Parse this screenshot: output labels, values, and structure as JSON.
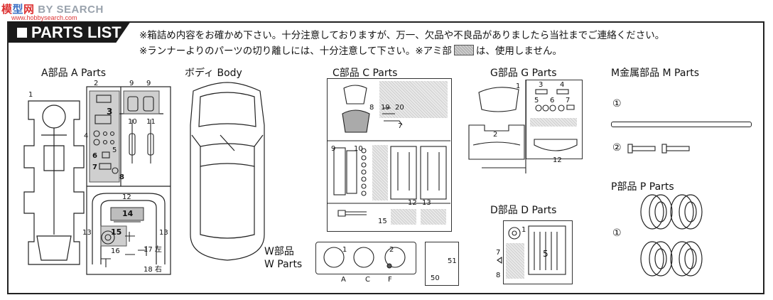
{
  "watermark": {
    "brand_a": "模",
    "brand_b": "型",
    "brand_c": "网",
    "text": "BY SEARCH",
    "url": "www.hobbysearch.com"
  },
  "header": {
    "title": "PARTS LIST"
  },
  "notes": {
    "line1": "※箱詰め内容をお確かめ下さい。十分注意しておりますが、万一、欠品や不良品がありましたら当社までご連絡ください。",
    "line2a": "※ランナーよりのパーツの切り離しには、十分注意して下さい。※アミ部",
    "line2b": "は、使用しません。"
  },
  "sections": {
    "a": "A部品 A Parts",
    "body": "ボディ Body",
    "c": "C部品 C Parts",
    "g": "G部品 G Parts",
    "m": "M金属部品 M Parts",
    "p": "P部品 P Parts",
    "d": "D部品 D Parts",
    "w1": "W部品",
    "w2": "W Parts"
  },
  "a_nums": [
    "1",
    "2",
    "9",
    "9",
    "3",
    "4",
    "10",
    "11",
    "5",
    "6",
    "7",
    "8",
    "12",
    "14",
    "13",
    "13",
    "15",
    "16",
    "17",
    "18"
  ],
  "a_kanji": {
    "left": "左",
    "right": "右"
  },
  "c_nums": [
    "8",
    "19",
    "20",
    "7",
    "9",
    "10",
    "12",
    "13",
    "15"
  ],
  "g_nums": [
    "1",
    "3",
    "4",
    "5",
    "6",
    "7",
    "2",
    "12"
  ],
  "w_nums": [
    "1",
    "2",
    "51",
    "50"
  ],
  "w_letters": [
    "A",
    "C",
    "F"
  ],
  "d_nums": [
    "1",
    "5",
    "7",
    "8"
  ],
  "m_items": [
    "①",
    "②"
  ],
  "p_items": [
    "①"
  ]
}
